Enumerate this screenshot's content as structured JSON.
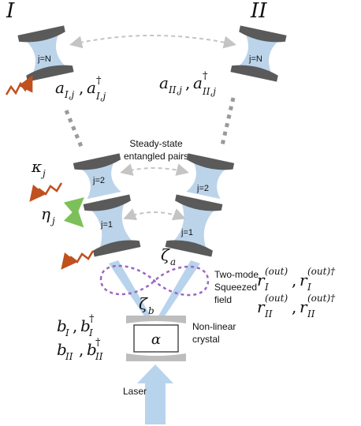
{
  "arms": {
    "left": "I",
    "right": "II"
  },
  "cavities": {
    "top_label": "j=N",
    "mid_label": "j=2",
    "low_label": "j=1"
  },
  "operators": {
    "left": {
      "a": "a",
      "sub": "I,j",
      "adag": "a",
      "sup": "†",
      "subdag": "I,j"
    },
    "right": {
      "a": "a",
      "sub": "II,j",
      "adag": "a",
      "sup": "†",
      "subdag": "II,j"
    }
  },
  "symbols": {
    "kappa": "κ",
    "kappa_sub": "j",
    "eta": "η",
    "eta_sub": "j",
    "zeta_a": "ζ",
    "zeta_a_sub": "a",
    "zeta_b": "ζ",
    "zeta_b_sub": "b",
    "alpha": "α"
  },
  "texts": {
    "steady_state_line1": "Steady-state",
    "steady_state_line2": "entangled pairs",
    "squeezed_line1": "Two-mode",
    "squeezed_line2": "Squeezed",
    "squeezed_line3": "field",
    "crystal_line1": "Non-linear",
    "crystal_line2": "crystal",
    "laser": "Laser"
  },
  "inputs": {
    "b_I": "b",
    "b_I_sub": "I",
    "b_I_dag_sub": "I",
    "b_II": "b",
    "b_II_sub": "II",
    "b_II_dag_sub": "II",
    "dagger": "†"
  },
  "outputs": {
    "r": "r",
    "sub_I": "I",
    "sub_II": "II",
    "sup": "(out)",
    "sup_dag": "(out)†"
  },
  "colors": {
    "cavity_fill": "#bcd4ea",
    "mirror": "#5a5a5a",
    "dots": "#9a9a9a",
    "loss_arrow": "#c0501e",
    "coupling_arrow": "#7cc05a",
    "entangle_arrow": "#bdbdbd",
    "squeeze_curve": "#9a66c4",
    "beam": "#b8d3ec",
    "crystal_mirror": "#bdbdbd"
  }
}
